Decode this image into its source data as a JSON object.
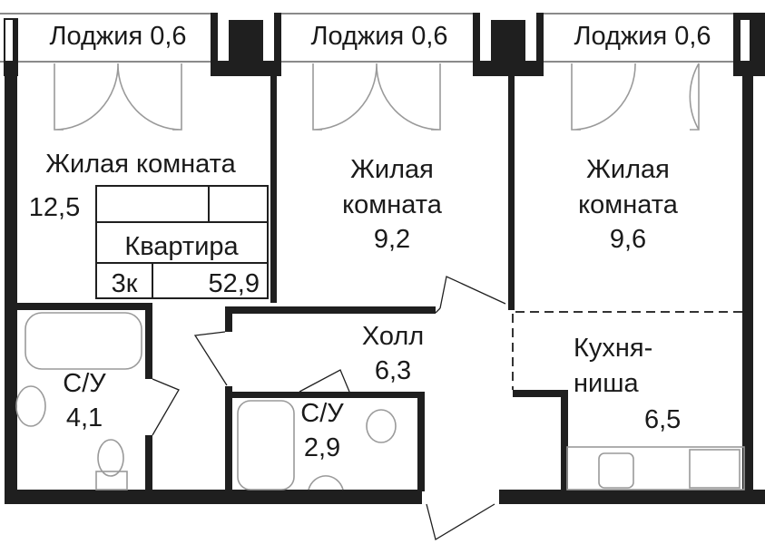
{
  "plan": {
    "loggias": [
      {
        "label": "Лоджия 0,6"
      },
      {
        "label": "Лоджия 0,6"
      },
      {
        "label": "Лоджия 0,6"
      }
    ],
    "rooms": {
      "living1": {
        "name": "Жилая комната",
        "area": "12,5"
      },
      "living2": {
        "name_line1": "Жилая",
        "name_line2": "комната",
        "area": "9,2"
      },
      "living3": {
        "name_line1": "Жилая",
        "name_line2": "комната",
        "area": "9,6"
      },
      "hall": {
        "name": "Холл",
        "area": "6,3"
      },
      "bath1": {
        "name": "С/У",
        "area": "4,1"
      },
      "bath2": {
        "name": "С/У",
        "area": "2,9"
      },
      "kitchen": {
        "name_line1": "Кухня-",
        "name_line2": "ниша",
        "area": "6,5"
      }
    },
    "info_table": {
      "title": "Квартира",
      "rooms": "3к",
      "total_area": "52,9"
    }
  }
}
